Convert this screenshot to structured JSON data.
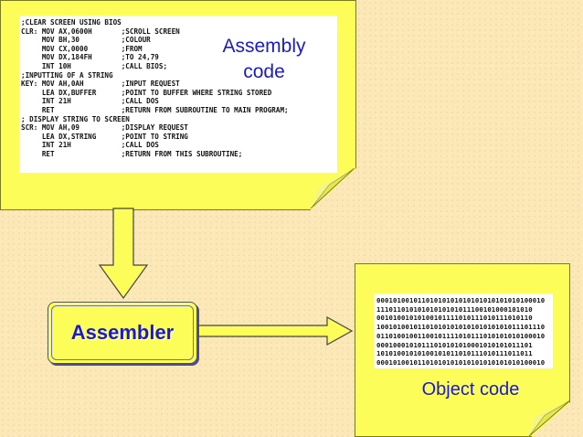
{
  "assembly_note": {
    "label": "Assembly code",
    "code": ";CLEAR SCREEN USING BIOS\nCLR: MOV AX,0600H       ;SCROLL SCREEN\n     MOV BH,30          ;COLOUR\n     MOV CX,0000        ;FROM\n     MOV DX,184FH       ;TO 24,79\n     INT 10H            ;CALL BIOS;\n;INPUTTING OF A STRING\nKEY: MOV AH,0AH         ;INPUT REQUEST\n     LEA DX,BUFFER      ;POINT TO BUFFER WHERE STRING STORED\n     INT 21H            ;CALL DOS\n     RET                ;RETURN FROM SUBROUTINE TO MAIN PROGRAM;\n; DISPLAY STRING TO SCREEN\nSCR: MOV AH,09          ;DISPLAY REQUEST\n     LEA DX,STRING      ;POINT TO STRING\n     INT 21H            ;CALL DOS\n     RET                ;RETURN FROM THIS SUBROUTINE;"
  },
  "assembler": {
    "label": "Assembler"
  },
  "object_note": {
    "label": "Object code",
    "binary": "00010100101101010101010101010101010100010\n11101101010101010101011100101000101010\n00101001010100101111010111010111010110\n10010100101101010101010101010101011101110\n01101001001100101111010111010101010100010\n00010001010111010101010001010101011101\n10101001010100101011010111010111011011\n00010100101101010101010101010101010100010"
  },
  "colors": {
    "note_fill": "#fdfd5a",
    "label_blue": "#1a1acc",
    "arrow_fill": "#fdfd5a",
    "background": "#fbe8b6"
  }
}
